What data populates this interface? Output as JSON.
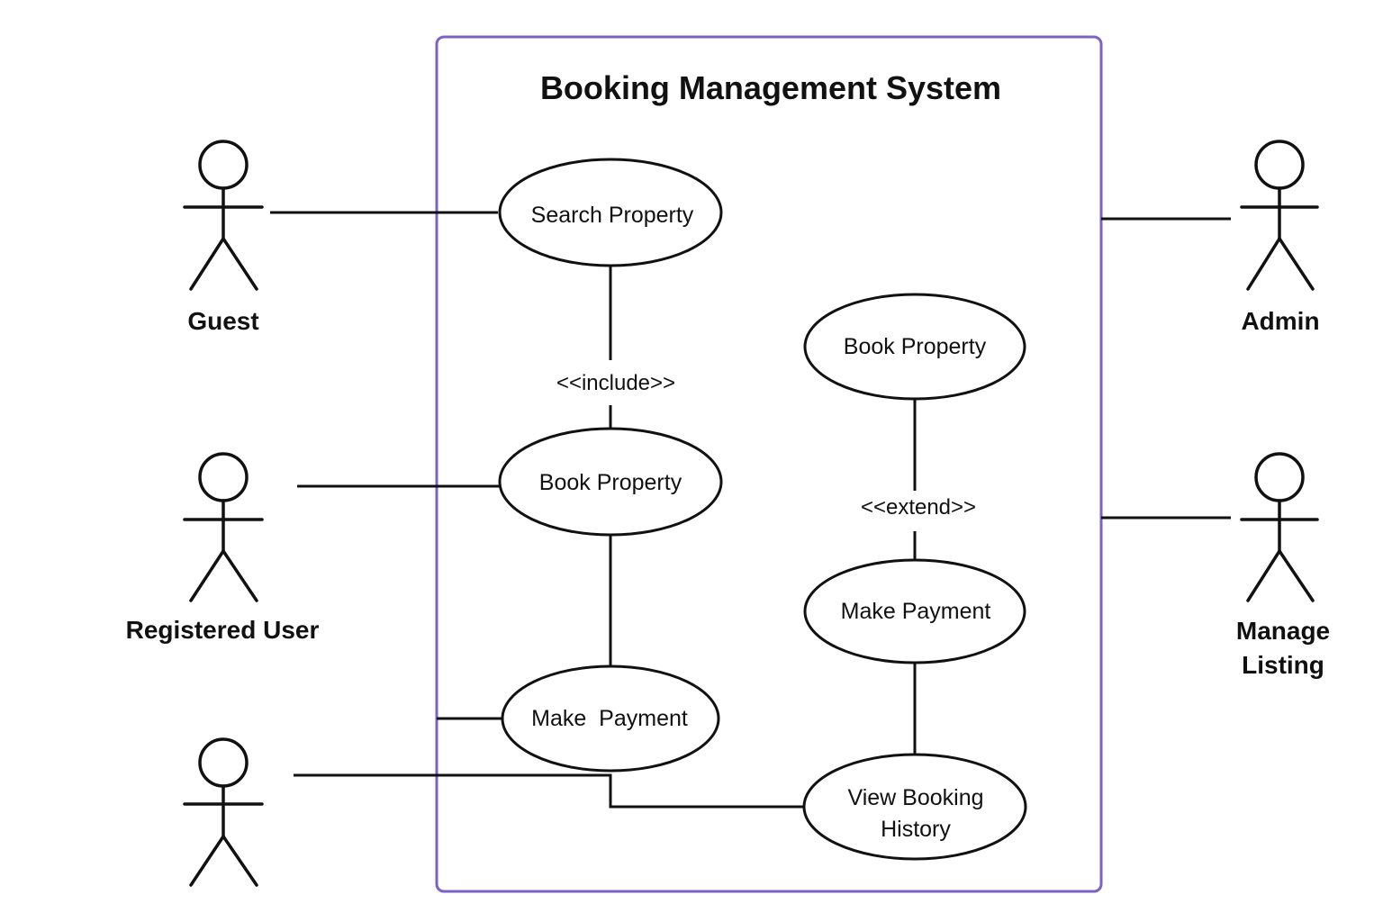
{
  "system": {
    "title": "Booking Management System",
    "border_color": "#7B61C9"
  },
  "actors": {
    "guest": "Guest",
    "registered_user": "Registered User",
    "admin": "Admin",
    "manage_listing": [
      "Manage",
      "Listing"
    ]
  },
  "use_cases": {
    "search_property": "Search Property",
    "book_property_left": "Book Property",
    "make_payment_left": "Make  Payment",
    "book_property_right": "Book Property",
    "make_payment_right": "Make Payment",
    "view_booking_history": [
      "View Booking",
      "History"
    ]
  },
  "relationships": {
    "include": "<<include>>",
    "extend": "<<extend>>"
  }
}
